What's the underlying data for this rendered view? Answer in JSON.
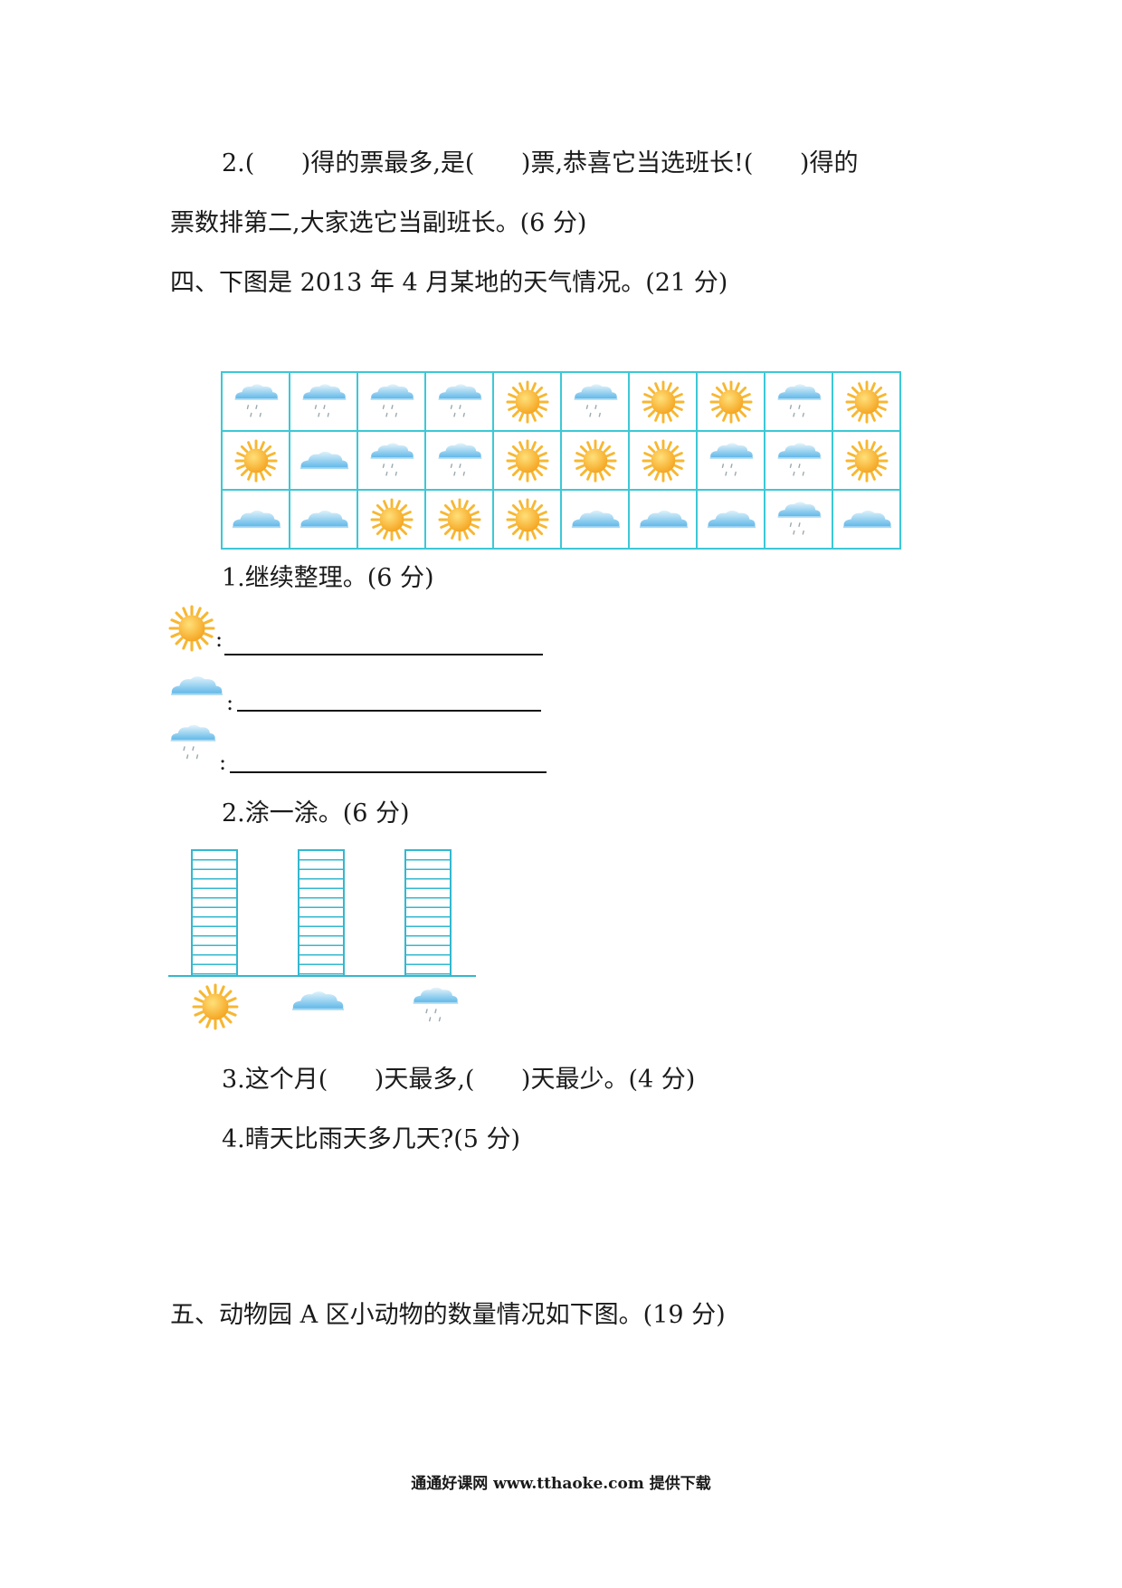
{
  "q3_2": {
    "line1": "2.(      )得的票最多,是(      )票,恭喜它当选班长!(      )得的",
    "line2": "票数排第二,大家选它当副班长。(6 分)"
  },
  "section4": {
    "title": "四、下图是 2013 年 4 月某地的天气情况。(21 分)",
    "grid": [
      [
        "rain",
        "rain",
        "rain",
        "rain",
        "sun",
        "rain",
        "sun",
        "sun",
        "rain",
        "sun"
      ],
      [
        "sun",
        "cloud",
        "rain",
        "rain",
        "sun",
        "sun",
        "sun",
        "rain",
        "rain",
        "sun"
      ],
      [
        "cloud",
        "cloud",
        "sun",
        "sun",
        "sun",
        "cloud",
        "cloud",
        "cloud",
        "rain",
        "cloud"
      ]
    ],
    "q1": "1.继续整理。(6 分)",
    "tally_colon": ":",
    "q2": "2.涂一涂。(6 分)",
    "bar_icons": [
      "sun",
      "cloud",
      "rain"
    ],
    "q3": "3.这个月(      )天最多,(      )天最少。(4 分)",
    "q4": "4.晴天比雨天多几天?(5 分)"
  },
  "section5": {
    "title": "五、动物园 A 区小动物的数量情况如下图。(19 分)"
  },
  "footer": "通通好课网 www.tthaoke.com 提供下载",
  "colors": {
    "grid_border": "#3cc8d6",
    "sun": "#f5a623",
    "cloud": "#5cb6e8",
    "bar": "#33b8cf"
  }
}
